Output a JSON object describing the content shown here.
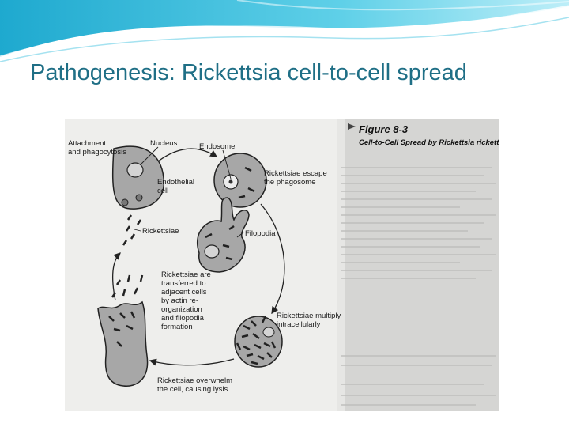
{
  "slide": {
    "title": "Pathogenesis: Rickettsia cell-to-cell spread"
  },
  "figure": {
    "number": "Figure 8-3",
    "caption": "Cell-to-Cell Spread by Rickettsia rickettsii",
    "labels": {
      "attachment": [
        "Attachment",
        "and phagocytosis"
      ],
      "nucleus": "Nucleus",
      "endosome": "Endosome",
      "endothelial": [
        "Endothelial",
        "cell"
      ],
      "escape": [
        "Rickettsiae escape",
        "the phagosome"
      ],
      "rickettsiae": "Rickettsiae",
      "filopodia": "Filopodia",
      "transferred": [
        "Rickettsiae are",
        "transferred to",
        "adjacent cells",
        "by actin re-",
        "organization",
        "and filopodia",
        "formation"
      ],
      "multiply": [
        "Rickettsiae multiply",
        "intracellularly"
      ],
      "overwhelm": [
        "Rickettsiae overwhelm",
        "the cell, causing lysis"
      ]
    }
  }
}
